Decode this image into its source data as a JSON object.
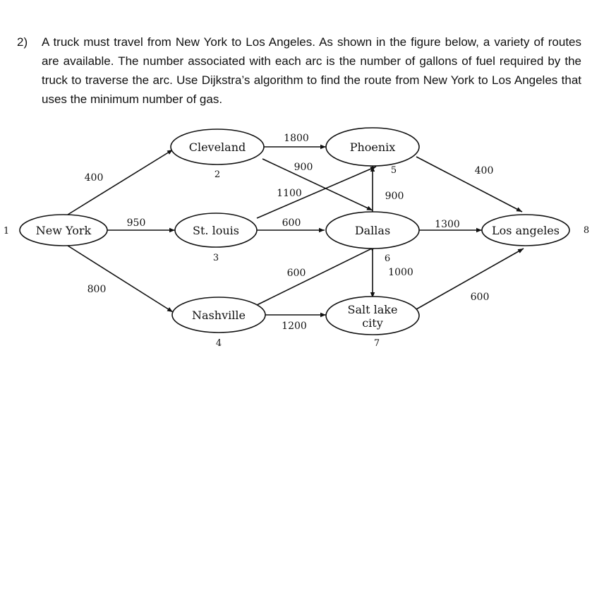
{
  "problem": {
    "number": "2)",
    "text": "A truck must travel from New York to Los Angeles. As shown in the figure below, a variety of routes are available. The number associated with each arc is the number of gallons of fuel required by the truck to traverse the arc. Use Dijkstra’s algorithm to find the route from New York to Los Angeles that uses the minimum number of gas."
  },
  "nodes": {
    "new_york": {
      "label": "New York",
      "index": "1"
    },
    "cleveland": {
      "label": "Cleveland",
      "index": "2"
    },
    "st_louis": {
      "label": "St. louis",
      "index": "3"
    },
    "nashville": {
      "label": "Nashville",
      "index": "4"
    },
    "phoenix": {
      "label": "Phoenix",
      "index": "5"
    },
    "dallas": {
      "label": "Dallas",
      "index": "6"
    },
    "salt_lake": {
      "label_line1": "Salt lake",
      "label_line2": "city",
      "index": "7"
    },
    "los_angeles": {
      "label": "Los angeles",
      "index": "8"
    }
  },
  "edges": {
    "ny_cleveland": "400",
    "ny_stlouis": "950",
    "ny_nashville": "800",
    "cleveland_phoenix": "1800",
    "cleveland_dallas": "900",
    "stlouis_phoenix": "1100",
    "stlouis_dallas": "600",
    "nashville_dallas": "600",
    "nashville_saltlake": "1200",
    "dallas_phoenix": "900",
    "dallas_saltlake": "1000",
    "dallas_la": "1300",
    "phoenix_la": "400",
    "saltlake_la": "600"
  }
}
